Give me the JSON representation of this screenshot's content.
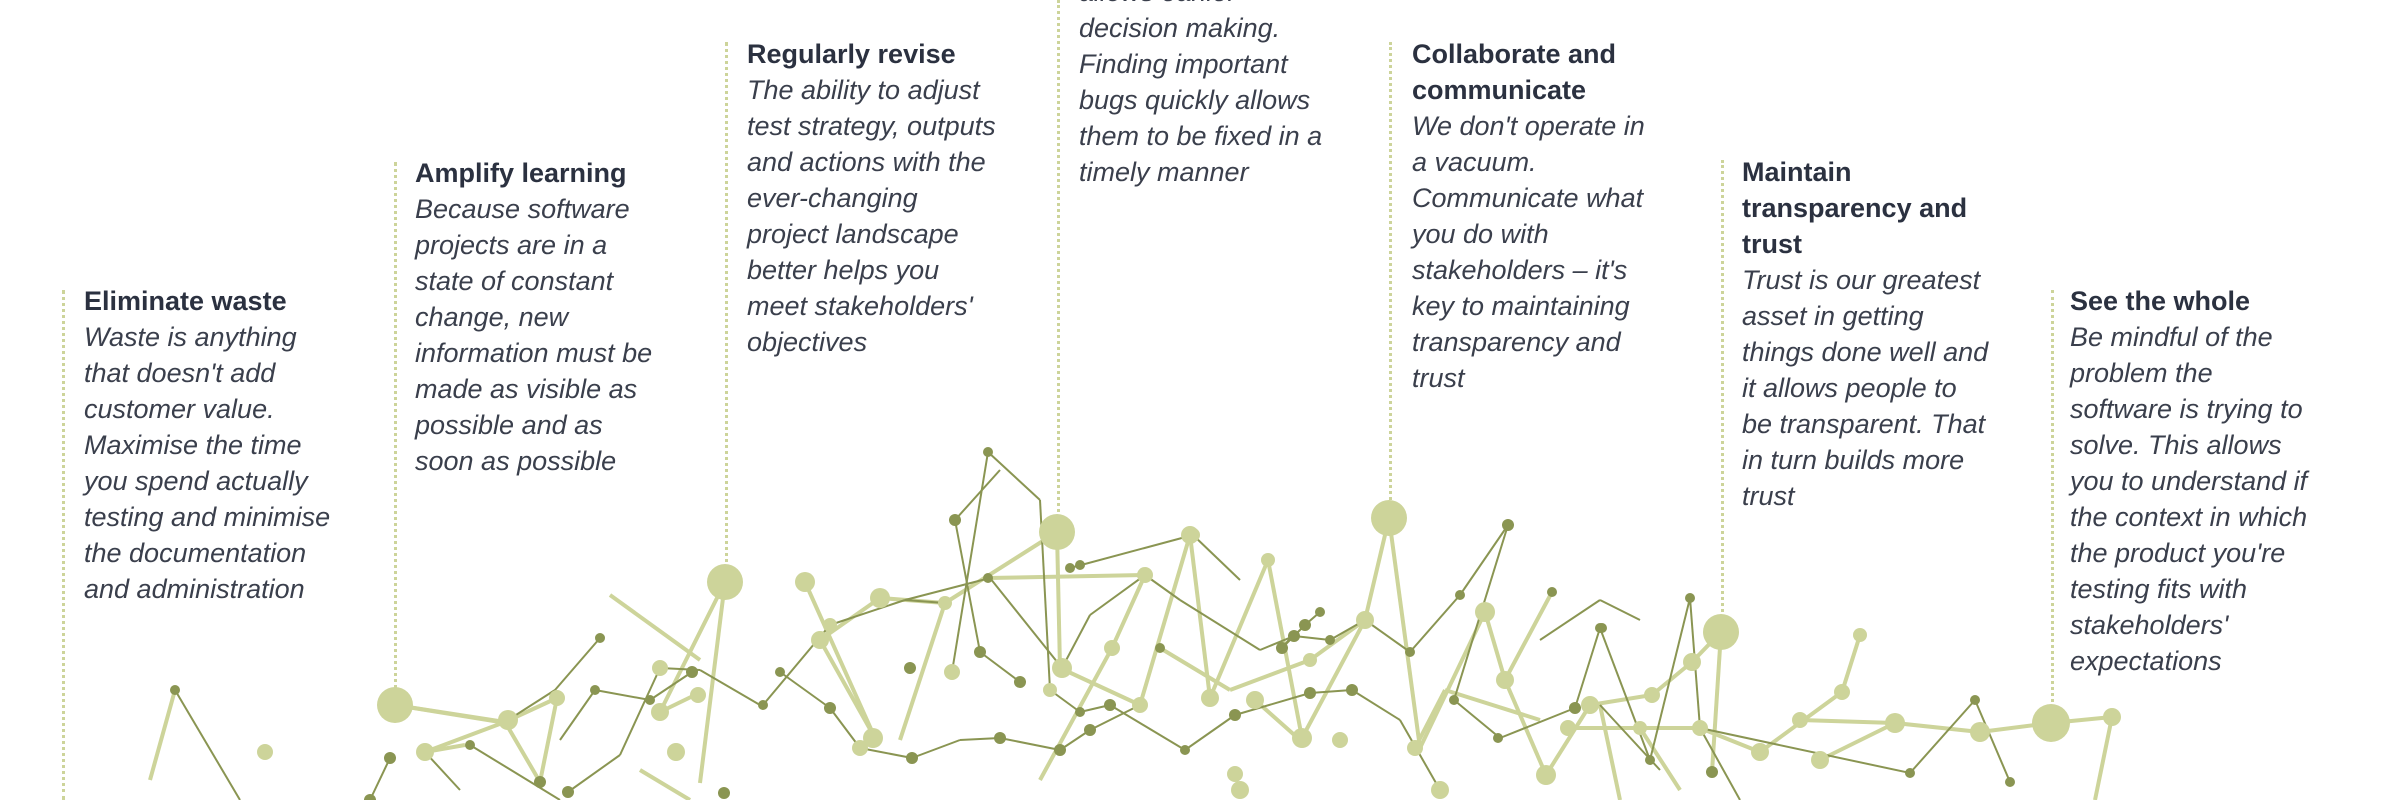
{
  "colors": {
    "network_light": "#cdd49a",
    "network_dark": "#8a9552",
    "heading": "#2b3140",
    "body_text": "#3a3f4c",
    "divider": "#cdd49a"
  },
  "principles": [
    {
      "title": "Eliminate waste",
      "body": "Waste is anything that doesn't add customer value. Maximise the time you spend actually testing and minimise the documentation and administration"
    },
    {
      "title": "Amplify learning",
      "body": "Because software projects are in a state of constant change, new information must be made as visible as possible and as soon as possible"
    },
    {
      "title": "Regularly revise",
      "body": "The ability to adjust test strategy, outputs and actions with the ever-changing project landscape better helps you meet stakeholders' objectives"
    },
    {
      "title": "",
      "body": "allows earlier decision making. Finding important bugs quickly allows them to be fixed in a timely manner"
    },
    {
      "title": "Collaborate and communicate",
      "body": "We don't operate in a vacuum. Communicate what you do with stakeholders – it's key to maintaining transparency and trust"
    },
    {
      "title": "Maintain transparency and trust",
      "body": "Trust is our greatest asset in getting things done well and it allows people to be transparent. That in turn builds more trust"
    },
    {
      "title": "See the whole",
      "body": "Be mindful of the problem the software is trying to solve. This allows you to understand if the context in which the product you're testing fits with stakeholders' expectations"
    }
  ]
}
